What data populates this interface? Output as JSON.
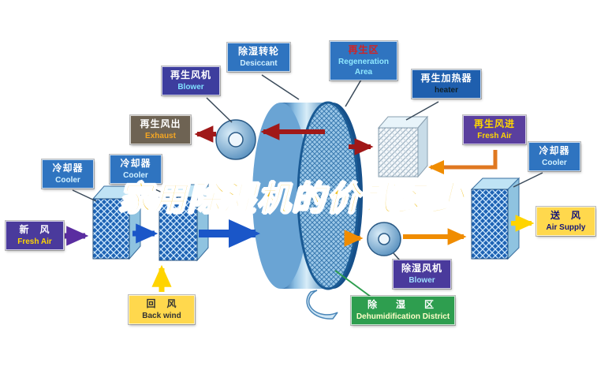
{
  "watermark": "家用除湿机的价钱多少",
  "labels": {
    "regen_blower": {
      "zh": "再生风机",
      "en": "Blower"
    },
    "desiccant": {
      "zh": "除湿转轮",
      "en": "Desiccant"
    },
    "regeneration_area": {
      "zh": "再生区",
      "en": "Regeneration Area"
    },
    "regen_heater": {
      "zh": "再生加热器",
      "en": "heater"
    },
    "exhaust": {
      "zh": "再生风出",
      "en": "Exhaust"
    },
    "regen_fresh_air": {
      "zh": "再生风进",
      "en": "Fresh Air"
    },
    "cooler_left_outer": {
      "zh": "冷却器",
      "en": "Cooler"
    },
    "cooler_left_inner": {
      "zh": "冷却器",
      "en": "Cooler"
    },
    "cooler_right": {
      "zh": "冷却器",
      "en": "Cooler"
    },
    "fresh_air": {
      "zh": "新　风",
      "en": "Fresh Air"
    },
    "air_supply": {
      "zh": "送　风",
      "en": "Air Supply"
    },
    "back_wind": {
      "zh": "回　风",
      "en": "Back wind"
    },
    "dehum_blower": {
      "zh": "除湿风机",
      "en": "Blower"
    },
    "dehum_district": {
      "zh": "除　湿　区",
      "en": "Dehumidification District"
    }
  },
  "colors": {
    "process_supply_flow": "#1a56c8",
    "regeneration_hot_flow": "#a01818",
    "dry_air_flow": "#f08c00",
    "return_air_flow": "#ffd400",
    "fresh_air_flow": "#5a2da0",
    "dehumidify_zone": "#2e9e4f",
    "watermark_text": "#f0c020"
  }
}
